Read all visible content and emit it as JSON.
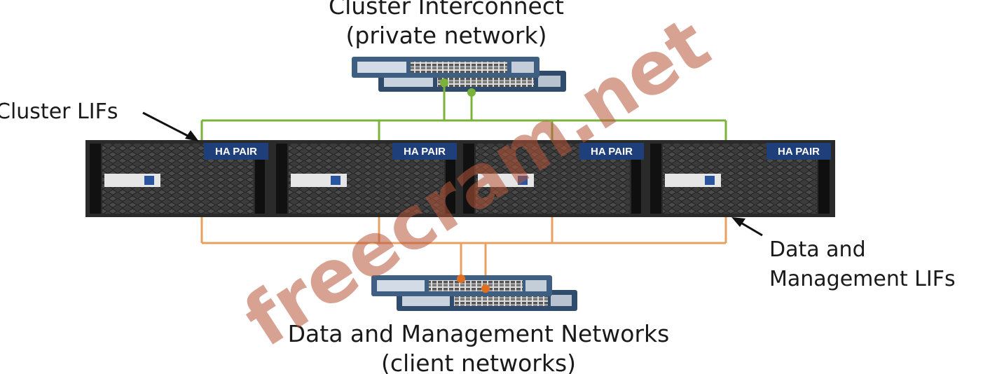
{
  "labels": {
    "top_title_line1": "Cluster Interconnect",
    "top_title_line2": "(private network)",
    "cluster_lifs": "Cluster LIFs",
    "data_mgmt_lifs_line1": "Data and",
    "data_mgmt_lifs_line2": "Management LIFs",
    "bottom_title_line1": "Data and Management Networks",
    "bottom_title_line2": "(client networks)"
  },
  "ha_pairs": [
    "HA PAIR",
    "HA PAIR",
    "HA PAIR",
    "HA PAIR"
  ],
  "watermark": "freecram.net",
  "colors": {
    "cluster_link": "#7bb33a",
    "data_link": "#e8a060",
    "data_port": "#e07020",
    "ha_badge": "#1f3f7a",
    "chassis": "#2a2a2a",
    "switch_body": "#3f5f82",
    "watermark": "#b8553a"
  }
}
